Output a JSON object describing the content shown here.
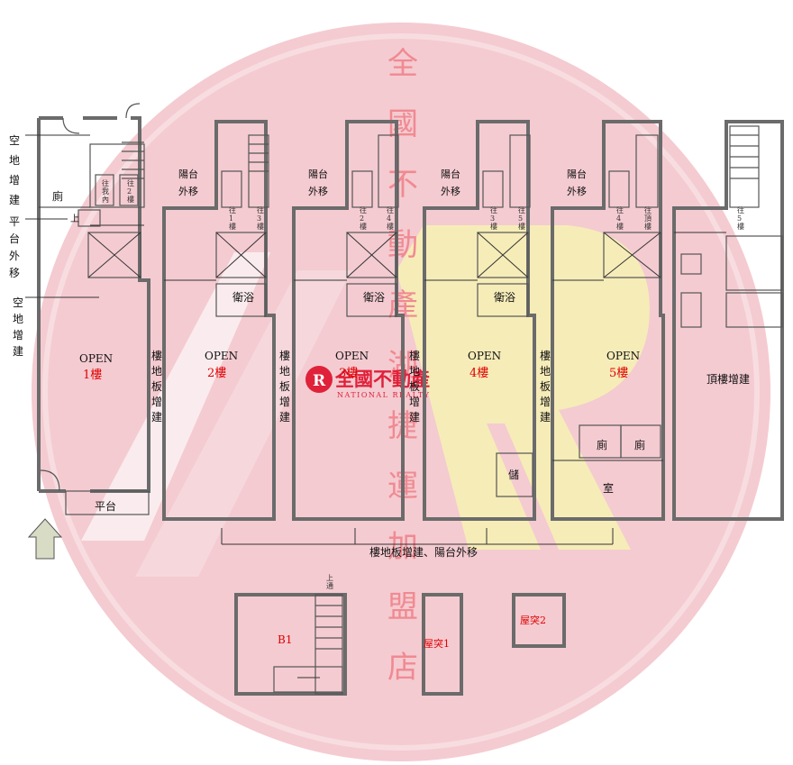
{
  "watermark": {
    "vertical_text": [
      "全",
      "國",
      "不",
      "動",
      "產",
      "湖",
      "捷",
      "運",
      "加",
      "盟",
      "店"
    ],
    "logo_cn": "全國不動產",
    "logo_en": "NATIONAL REALTY",
    "colors": {
      "disc": "#f3c9cf",
      "accent": "#f5ecb2",
      "text": "#f08a92",
      "logo_red": "#e0213a"
    }
  },
  "annotations": {
    "left_kongdi_top": [
      "空",
      "地",
      "增",
      "建"
    ],
    "left_pingtai": [
      "平",
      "台",
      "外",
      "移"
    ],
    "left_kongdi_bottom": [
      "空",
      "地",
      "增",
      "建"
    ],
    "bottom_note": "樓地板增建、陽台外移",
    "balcony": [
      "陽台",
      "外移"
    ],
    "floor_ext": [
      "樓",
      "地",
      "板",
      "增",
      "建"
    ]
  },
  "floors": {
    "f1": {
      "open": "OPEN",
      "name": "1樓",
      "toilet": "廁",
      "up": "上",
      "platform": "平台",
      "stair_a": [
        "往",
        "我",
        "內"
      ],
      "stair_b": [
        "往",
        "2",
        "樓"
      ]
    },
    "f2": {
      "open": "OPEN",
      "name": "2樓",
      "bath": "衛浴",
      "stair_a": [
        "往",
        "1",
        "樓"
      ],
      "stair_b": [
        "往",
        "3",
        "樓"
      ]
    },
    "f3": {
      "open": "OPEN",
      "name": "3樓",
      "bath": "衛浴",
      "stair_a": [
        "往",
        "2",
        "樓"
      ],
      "stair_b": [
        "往",
        "4",
        "樓"
      ]
    },
    "f4": {
      "open": "OPEN",
      "name": "4樓",
      "bath": "衛浴",
      "storage": "儲",
      "stair_a": [
        "往",
        "3",
        "樓"
      ],
      "stair_b": [
        "往",
        "5",
        "樓"
      ]
    },
    "f5": {
      "open": "OPEN",
      "name": "5樓",
      "toilet": "廁",
      "room": "室",
      "stair_a": [
        "往",
        "4",
        "樓"
      ],
      "stair_b": [
        "往",
        "頂",
        "樓"
      ]
    },
    "roof": {
      "name": "頂樓增建",
      "stair": [
        "往",
        "5",
        "樓"
      ]
    },
    "b1": {
      "name": "B1",
      "up": [
        "上",
        "通"
      ]
    },
    "rt1": {
      "name": "屋突1"
    },
    "rt2": {
      "name": "屋突2"
    }
  }
}
